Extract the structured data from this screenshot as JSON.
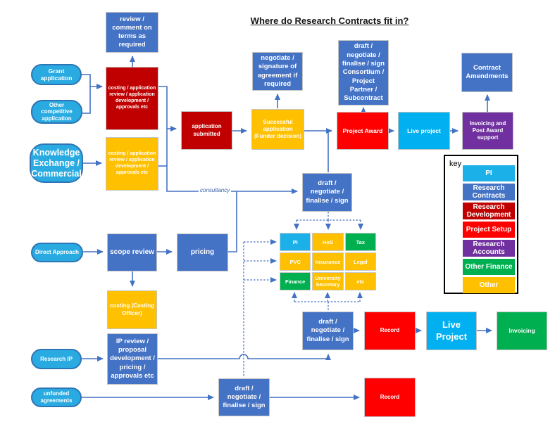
{
  "title": "Where do Research Contracts fit in?",
  "edge_label": "consultancy",
  "ovals": {
    "grant": "Grant application",
    "other_competitive": "Other competitive application",
    "knowledge_exchange": "Knowledge Exchange / Commercial",
    "direct_approach": "Direct Approach",
    "research_ip": "Research IP",
    "unfunded": "unfunded agreements"
  },
  "boxes": {
    "review_comment": "review / comment on terms as required",
    "costing_grant": "costing / application review / application development / approvals etc",
    "costing_ke": "costing / application review / application development / approvals etc",
    "application_submitted": "application submitted",
    "successful_application": "Successful application (Funder decision)",
    "negotiate_signature": "negotiate / signature of agreement if required",
    "consortium": "draft / negotiate / finalise / sign Consortium / Project Partner / Subcontract",
    "project_award": "Project Award",
    "live_project_top": "Live project",
    "invoicing_post_award": "Invoicing and Post Award support",
    "contract_amendments": "Contract Amendments",
    "draft_mid": "draft / negotiate / finalise / sign",
    "scope_review": "scope review",
    "pricing": "pricing",
    "costing_officer": "costing (Costing Officer)",
    "ip_review": "IP review / proposal development / pricing / approvals etc",
    "draft_ip": "draft / negotiate / finalise / sign",
    "record_1": "Record",
    "live_project_bottom": "Live Project",
    "invoicing": "Invoicing",
    "draft_unfunded": "draft / negotiate / finalise / sign",
    "record_2": "Record"
  },
  "grid": {
    "cells": [
      {
        "label": "PI",
        "color": "#1CB0E8"
      },
      {
        "label": "HoS",
        "color": "#FFC000"
      },
      {
        "label": "Tax",
        "color": "#00B050"
      },
      {
        "label": "PVC",
        "color": "#FFC000"
      },
      {
        "label": "Insurance",
        "color": "#FFC000"
      },
      {
        "label": "Legal",
        "color": "#FFC000"
      },
      {
        "label": "Finance",
        "color": "#00B050"
      },
      {
        "label": "University Secretary",
        "color": "#FFC000"
      },
      {
        "label": "etc",
        "color": "#FFC000"
      }
    ]
  },
  "legend": {
    "title": "key",
    "items": [
      {
        "label": "PI",
        "color": "#1CB0E8"
      },
      {
        "label": "Research Contracts",
        "color": "#4472C4"
      },
      {
        "label": "Research Development",
        "color": "#C00000"
      },
      {
        "label": "Project Setup",
        "color": "#FF0000"
      },
      {
        "label": "Research Accounts",
        "color": "#7030A0"
      },
      {
        "label": "Other Finance",
        "color": "#00B050"
      },
      {
        "label": "Other",
        "color": "#FFC000"
      }
    ]
  },
  "colors": {
    "connector": "#4472C4",
    "oval_fill": "#29ABE2",
    "oval_border": "#2E75B6"
  }
}
